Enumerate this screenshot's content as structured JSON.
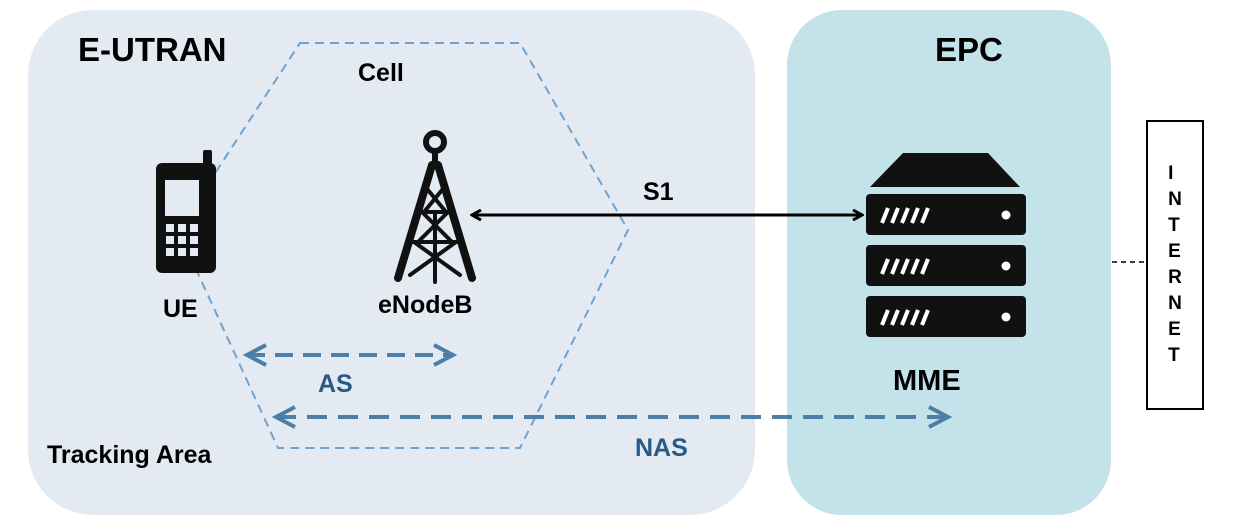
{
  "regions": {
    "eutran": "E-UTRAN",
    "epc": "EPC",
    "tracking_area": "Tracking Area",
    "cell": "Cell"
  },
  "nodes": {
    "ue": "UE",
    "enodeb": "eNodeB",
    "mme": "MME",
    "internet": "INTERNET"
  },
  "links": {
    "s1": "S1",
    "as": "AS",
    "nas": "NAS"
  },
  "colors": {
    "eutran_fill": "#e4eaf2",
    "epc_fill": "#c4e2e9",
    "dashed_arrow": "#4c7ea6",
    "cell_outline": "#6fa3cd",
    "text_dark": "#000000",
    "text_blue": "#2a5a84"
  }
}
